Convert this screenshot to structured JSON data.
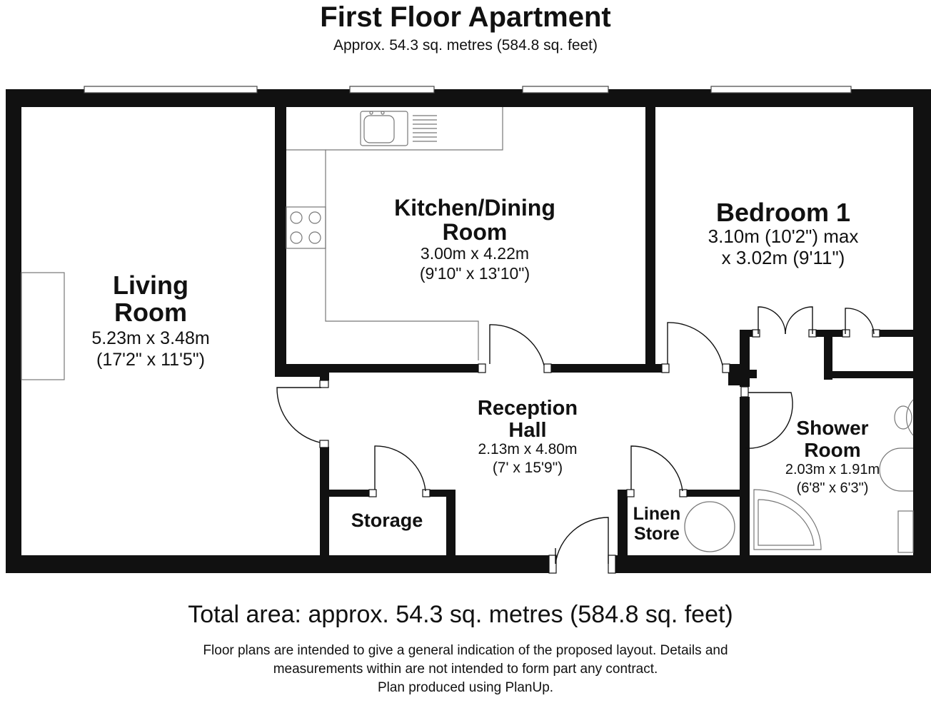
{
  "header": {
    "title": "First Floor Apartment",
    "subtitle": "Approx. 54.3 sq. metres (584.8 sq. feet)"
  },
  "rooms": {
    "living": {
      "name_1": "Living",
      "name_2": "Room",
      "dim_1": "5.23m x 3.48m",
      "dim_2": "(17'2\" x 11'5\")"
    },
    "kitchen": {
      "name_1": "Kitchen/Dining",
      "name_2": "Room",
      "dim_1": "3.00m x 4.22m",
      "dim_2": "(9'10\" x 13'10\")"
    },
    "bedroom": {
      "name_1": "Bedroom 1",
      "dim_1": "3.10m (10'2\") max",
      "dim_2": "x 3.02m (9'11\")"
    },
    "hall": {
      "name_1": "Reception",
      "name_2": "Hall",
      "dim_1": "2.13m x 4.80m",
      "dim_2": "(7' x 15'9\")"
    },
    "shower": {
      "name_1": "Shower",
      "name_2": "Room",
      "dim_1": "2.03m x 1.91m",
      "dim_2": "(6'8\" x 6'3\")"
    },
    "storage": {
      "name_1": "Storage"
    },
    "linen": {
      "name_1": "Linen",
      "name_2": "Store"
    }
  },
  "footer": {
    "total": "Total area: approx. 54.3 sq. metres (584.8 sq. feet)",
    "disclaimer_1": "Floor plans are intended to give a general indication of the proposed layout. Details and",
    "disclaimer_2": "measurements within are not intended to form part any contract.",
    "disclaimer_3": "Plan produced using PlanUp."
  },
  "colors": {
    "wall": "#111111",
    "fixture": "#888888",
    "background": "#ffffff"
  }
}
